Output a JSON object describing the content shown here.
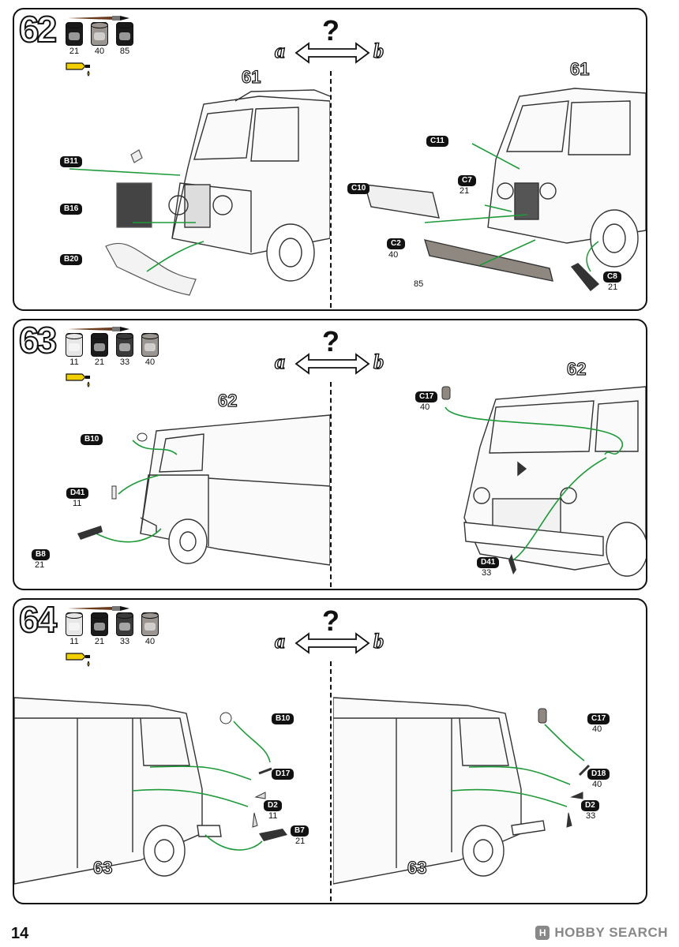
{
  "page_number": "14",
  "watermark": "HOBBY SEARCH",
  "colors": {
    "arrow": "#1f9a3a",
    "ink": "#111111",
    "paint_grey": "#9a9590",
    "paint_black": "#1a1a1a",
    "paint_dark": "#3a3a3a",
    "paint_light": "#e6e6e6",
    "glue": "#f2d000"
  },
  "choice": {
    "question": "?",
    "option_a": "a",
    "option_b": "b"
  },
  "steps": [
    {
      "number": "62",
      "paints": [
        "21",
        "40",
        "85"
      ],
      "left": {
        "ref": "61",
        "parts": [
          {
            "id": "B11"
          },
          {
            "id": "B16"
          },
          {
            "id": "B20"
          }
        ]
      },
      "right": {
        "ref": "61",
        "parts": [
          {
            "id": "C11"
          },
          {
            "id": "C7",
            "paint": "21"
          },
          {
            "id": "C10"
          },
          {
            "id": "C2",
            "paint": "40"
          },
          {
            "id": "85"
          },
          {
            "id": "C8",
            "paint": "21"
          }
        ]
      }
    },
    {
      "number": "63",
      "paints": [
        "11",
        "21",
        "33",
        "40"
      ],
      "left": {
        "ref": "62",
        "parts": [
          {
            "id": "B10"
          },
          {
            "id": "D41",
            "paint": "11"
          },
          {
            "id": "B8",
            "paint": "21"
          }
        ]
      },
      "right": {
        "ref": "62",
        "parts": [
          {
            "id": "C17",
            "paint": "40"
          },
          {
            "id": "D41",
            "paint": "33"
          }
        ]
      }
    },
    {
      "number": "64",
      "paints": [
        "11",
        "21",
        "33",
        "40"
      ],
      "left": {
        "ref": "63",
        "parts": [
          {
            "id": "B10"
          },
          {
            "id": "D17"
          },
          {
            "id": "D2",
            "paint": "11"
          },
          {
            "id": "B7",
            "paint": "21"
          }
        ]
      },
      "right": {
        "ref": "63",
        "parts": [
          {
            "id": "C17",
            "paint": "40"
          },
          {
            "id": "D18",
            "paint": "40"
          },
          {
            "id": "D2",
            "paint": "33"
          }
        ]
      }
    }
  ]
}
